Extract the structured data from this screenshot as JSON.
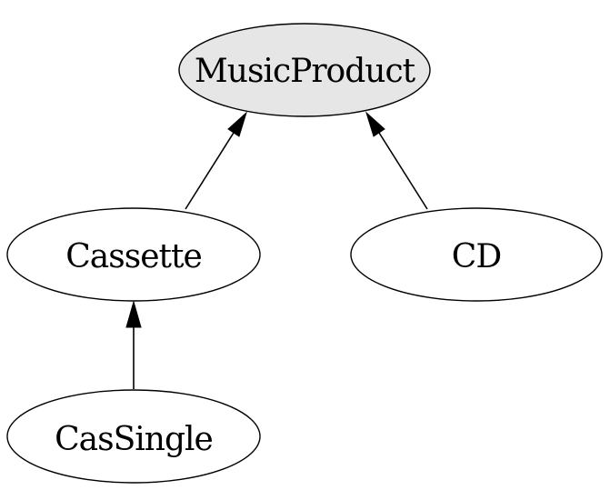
{
  "colors": {
    "highlight_fill": "#e6e6e6",
    "default_fill": "#ffffff",
    "stroke": "#000000"
  },
  "nodes": {
    "music_product": {
      "label": "MusicProduct",
      "highlighted": true
    },
    "cassette": {
      "label": "Cassette",
      "highlighted": false
    },
    "cd": {
      "label": "CD",
      "highlighted": false
    },
    "cas_single": {
      "label": "CasSingle",
      "highlighted": false
    }
  },
  "edges": [
    {
      "from": "cassette",
      "to": "music_product"
    },
    {
      "from": "cd",
      "to": "music_product"
    },
    {
      "from": "cas_single",
      "to": "cassette"
    }
  ]
}
